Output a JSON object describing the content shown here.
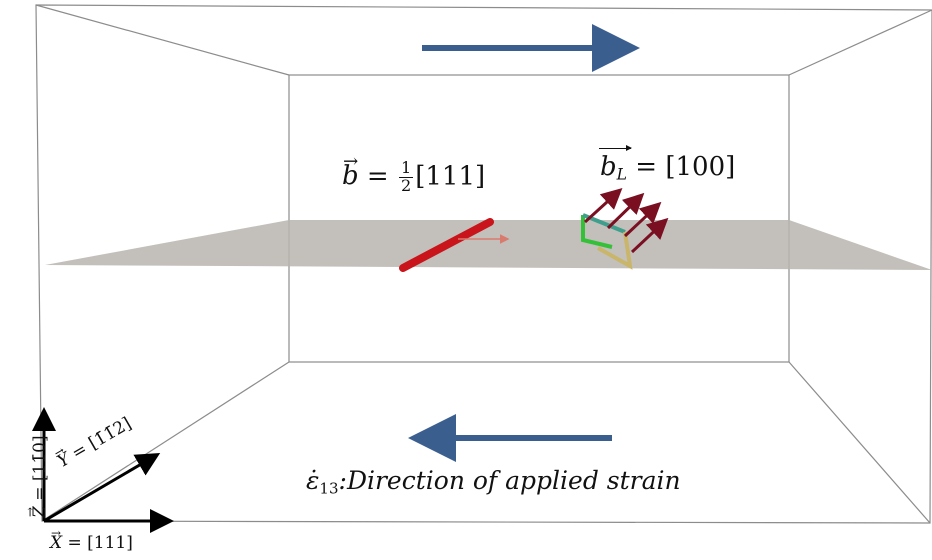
{
  "burgers_vector": {
    "symbol": "b",
    "eq": "=",
    "frac_num": "1",
    "frac_den": "2",
    "value": "[111]"
  },
  "loop_vector": {
    "symbol": "b",
    "subscript": "L",
    "eq": "=",
    "value": "[100]"
  },
  "strain_caption": {
    "symbol": "ε̇",
    "subscript": "13",
    "text": ":Direction of applied strain"
  },
  "axes": {
    "x": {
      "symbol": "X",
      "value": "= [111]"
    },
    "y": {
      "symbol": "Y",
      "value": "= [1̄1̄2]"
    },
    "z": {
      "symbol": "Z",
      "value": "= [11̄0]"
    }
  },
  "colors": {
    "strain_arrow": "#3a5f8f",
    "plane": "#b8b4ae",
    "dislocation": "#c8141a",
    "loop_arrows": "#7a0f22",
    "loop_edge_green": "#35c03a",
    "loop_edge_teal": "#3f9f8c",
    "loop_edge_tan": "#c9b66a"
  }
}
